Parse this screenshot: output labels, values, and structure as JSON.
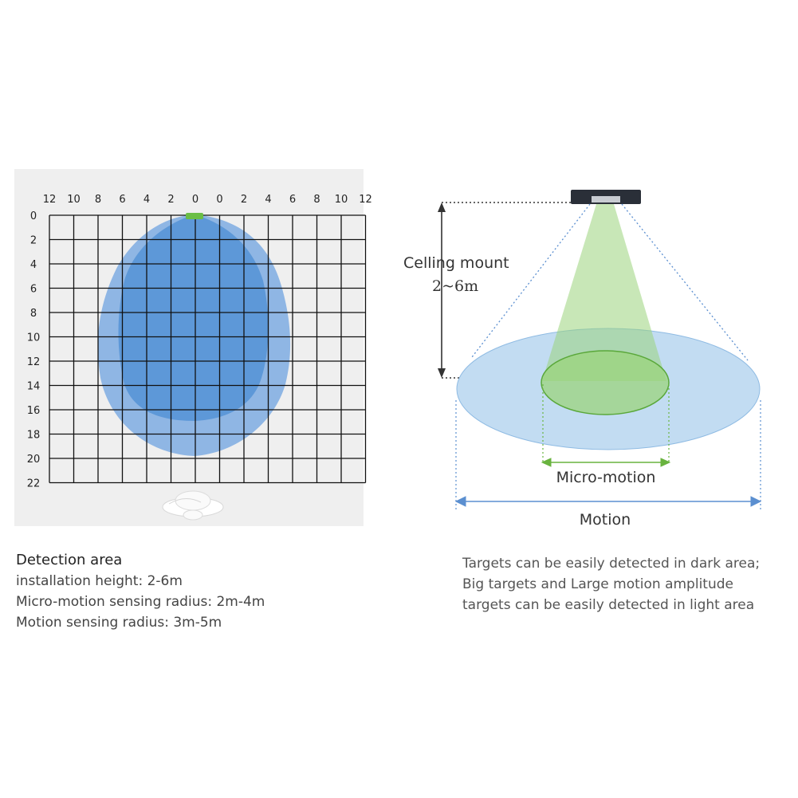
{
  "grid_chart": {
    "x_tick_labels": [
      "12",
      "10",
      "8",
      "6",
      "4",
      "2",
      "0",
      "0",
      "2",
      "4",
      "6",
      "8",
      "10",
      "12"
    ],
    "y_tick_labels": [
      "0",
      "2",
      "4",
      "6",
      "8",
      "10",
      "12",
      "14",
      "16",
      "18",
      "20",
      "22"
    ],
    "motion_zone_color": "#8fb6e4",
    "micro_motion_zone_color": "#5d98d8",
    "sensor_color": "#6abe45"
  },
  "side_diagram": {
    "mount_label_line1": "Celling mount",
    "mount_label_line2": "2~6m",
    "micro_motion_label": "Micro-motion",
    "motion_label": "Motion",
    "motion_color": "#b7d6f0",
    "micro_motion_color": "#9bd47c",
    "arrow_micro_color": "#69b33f",
    "arrow_motion_color": "#5b8fd0"
  },
  "detection_info": {
    "title": "Detection area",
    "lines": [
      "installation height: 2-6m",
      "Micro-motion sensing radius: 2m-4m",
      "Motion sensing radius: 3m-5m"
    ]
  },
  "notes": {
    "lines": [
      "Targets can be easily detected in dark area;",
      "Big targets and Large motion amplitude",
      "targets can be easily detected in light area"
    ]
  }
}
